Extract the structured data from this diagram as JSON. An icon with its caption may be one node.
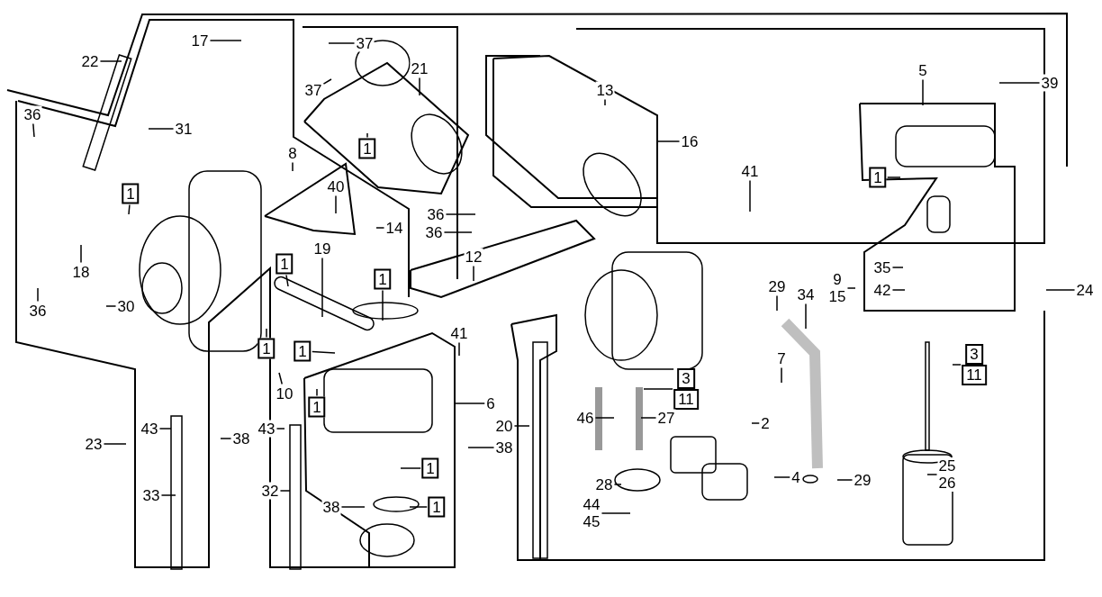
{
  "diagram": {
    "nodes": [
      {
        "text": [
          "22"
        ]
      },
      {
        "text": [
          "17"
        ]
      },
      {
        "text": [
          "31"
        ]
      },
      {
        "text": [
          "36"
        ]
      },
      {
        "text": [
          "1"
        ]
      },
      {
        "text": [
          "18"
        ]
      },
      {
        "text": [
          "8"
        ]
      },
      {
        "text": [
          "40"
        ]
      },
      {
        "text": [
          "14"
        ]
      },
      {
        "text": [
          "37"
        ]
      },
      {
        "text": [
          "37"
        ]
      },
      {
        "text": [
          "21"
        ]
      },
      {
        "text": [
          "1"
        ]
      },
      {
        "text": [
          "13"
        ]
      },
      {
        "text": [
          "16"
        ]
      },
      {
        "text": [
          "36"
        ]
      },
      {
        "text": [
          "36"
        ]
      },
      {
        "text": [
          "12"
        ]
      },
      {
        "text": [
          "19"
        ]
      },
      {
        "text": [
          "1"
        ]
      },
      {
        "text": [
          "1"
        ]
      },
      {
        "text": [
          "36"
        ]
      },
      {
        "text": [
          "30"
        ]
      },
      {
        "text": [
          "41"
        ]
      },
      {
        "text": [
          "5"
        ]
      },
      {
        "text": [
          "39"
        ]
      },
      {
        "text": [
          "1"
        ]
      },
      {
        "text": [
          "35"
        ]
      },
      {
        "text": [
          "9",
          "15"
        ]
      },
      {
        "text": [
          "42"
        ]
      },
      {
        "text": [
          "24"
        ]
      },
      {
        "text": [
          "29"
        ]
      },
      {
        "text": [
          "34"
        ]
      },
      {
        "text": [
          "3",
          "11"
        ]
      },
      {
        "text": [
          "7"
        ]
      },
      {
        "text": [
          "2"
        ]
      },
      {
        "text": [
          "4"
        ]
      },
      {
        "text": [
          "29"
        ]
      },
      {
        "text": [
          "25",
          "26"
        ]
      },
      {
        "text": [
          "3",
          "11"
        ]
      },
      {
        "text": [
          "46"
        ]
      },
      {
        "text": [
          "27"
        ]
      },
      {
        "text": [
          "28"
        ]
      },
      {
        "text": [
          "44",
          "45"
        ]
      },
      {
        "text": [
          "41"
        ]
      },
      {
        "text": [
          "20"
        ]
      },
      {
        "text": [
          "38"
        ]
      },
      {
        "text": [
          "6"
        ]
      },
      {
        "text": [
          "1"
        ]
      },
      {
        "text": [
          "1"
        ]
      },
      {
        "text": [
          "38"
        ]
      },
      {
        "text": [
          "1"
        ]
      },
      {
        "text": [
          "1"
        ]
      },
      {
        "text": [
          "1"
        ]
      },
      {
        "text": [
          "10"
        ]
      },
      {
        "text": [
          "43"
        ]
      },
      {
        "text": [
          "23"
        ]
      },
      {
        "text": [
          "33"
        ]
      },
      {
        "text": [
          "38"
        ]
      },
      {
        "text": [
          "43"
        ]
      },
      {
        "text": [
          "32"
        ]
      }
    ],
    "edges": [
      {
        "from": 0,
        "to": null,
        "arrow": "none"
      },
      {
        "from": 1,
        "to": null,
        "arrow": "none"
      },
      {
        "from": 2,
        "to": null,
        "arrow": "none"
      },
      {
        "from": 3,
        "to": null,
        "arrow": "none"
      },
      {
        "from": 4,
        "to": null,
        "arrow": "none"
      },
      {
        "from": 5,
        "to": null,
        "arrow": "none"
      },
      {
        "from": 6,
        "to": null,
        "arrow": "none"
      },
      {
        "from": 7,
        "to": null,
        "arrow": "none"
      },
      {
        "from": 8,
        "to": null,
        "arrow": "none"
      },
      {
        "from": 9,
        "to": null,
        "arrow": "none"
      },
      {
        "from": 10,
        "to": null,
        "arrow": "none"
      },
      {
        "from": 11,
        "to": null,
        "arrow": "none"
      },
      {
        "from": 12,
        "to": null,
        "arrow": "none"
      },
      {
        "from": 13,
        "to": null,
        "arrow": "none"
      },
      {
        "from": 14,
        "to": null,
        "arrow": "none"
      },
      {
        "from": 15,
        "to": null,
        "arrow": "none"
      },
      {
        "from": 16,
        "to": null,
        "arrow": "none"
      },
      {
        "from": 17,
        "to": null,
        "arrow": "none"
      },
      {
        "from": 18,
        "to": null,
        "arrow": "none"
      },
      {
        "from": 19,
        "to": null,
        "arrow": "none"
      },
      {
        "from": 20,
        "to": null,
        "arrow": "none"
      },
      {
        "from": 21,
        "to": null,
        "arrow": "none"
      },
      {
        "from": 22,
        "to": null,
        "arrow": "none"
      },
      {
        "from": 23,
        "to": null,
        "arrow": "none"
      },
      {
        "from": 24,
        "to": null,
        "arrow": "none"
      },
      {
        "from": 25,
        "to": null,
        "arrow": "none"
      },
      {
        "from": 26,
        "to": null,
        "arrow": "none"
      },
      {
        "from": 27,
        "to": null,
        "arrow": "none"
      },
      {
        "from": 28,
        "to": null,
        "arrow": "none"
      },
      {
        "from": 29,
        "to": null,
        "arrow": "none"
      },
      {
        "from": 30,
        "to": null,
        "arrow": "none"
      },
      {
        "from": 31,
        "to": null,
        "arrow": "none"
      },
      {
        "from": 32,
        "to": null,
        "arrow": "none"
      },
      {
        "from": 33,
        "to": null,
        "arrow": "none"
      },
      {
        "from": 34,
        "to": null,
        "arrow": "none"
      },
      {
        "from": 35,
        "to": null,
        "arrow": "none"
      },
      {
        "from": 36,
        "to": null,
        "arrow": "none"
      },
      {
        "from": 37,
        "to": null,
        "arrow": "none"
      },
      {
        "from": 38,
        "to": null,
        "arrow": "none"
      },
      {
        "from": 39,
        "to": null,
        "arrow": "none"
      },
      {
        "from": 40,
        "to": null,
        "arrow": "none"
      },
      {
        "from": 41,
        "to": null,
        "arrow": "none"
      },
      {
        "from": 42,
        "to": null,
        "arrow": "none"
      },
      {
        "from": 43,
        "to": null,
        "arrow": "none"
      },
      {
        "from": 44,
        "to": null,
        "arrow": "none"
      },
      {
        "from": 45,
        "to": null,
        "arrow": "none"
      },
      {
        "from": 46,
        "to": null,
        "arrow": "none"
      },
      {
        "from": 47,
        "to": null,
        "arrow": "none"
      },
      {
        "from": 48,
        "to": null,
        "arrow": "none"
      },
      {
        "from": 49,
        "to": null,
        "arrow": "none"
      },
      {
        "from": 50,
        "to": null,
        "arrow": "none"
      },
      {
        "from": 51,
        "to": null,
        "arrow": "none"
      },
      {
        "from": 52,
        "to": null,
        "arrow": "none"
      },
      {
        "from": 53,
        "to": null,
        "arrow": "none"
      },
      {
        "from": 54,
        "to": null,
        "arrow": "none"
      },
      {
        "from": 55,
        "to": null,
        "arrow": "none"
      },
      {
        "from": 56,
        "to": null,
        "arrow": "none"
      },
      {
        "from": 57,
        "to": null,
        "arrow": "none"
      },
      {
        "from": 58,
        "to": null,
        "arrow": "none"
      },
      {
        "from": 59,
        "to": null,
        "arrow": "none"
      },
      {
        "from": 60,
        "to": null,
        "arrow": "none"
      }
    ]
  }
}
